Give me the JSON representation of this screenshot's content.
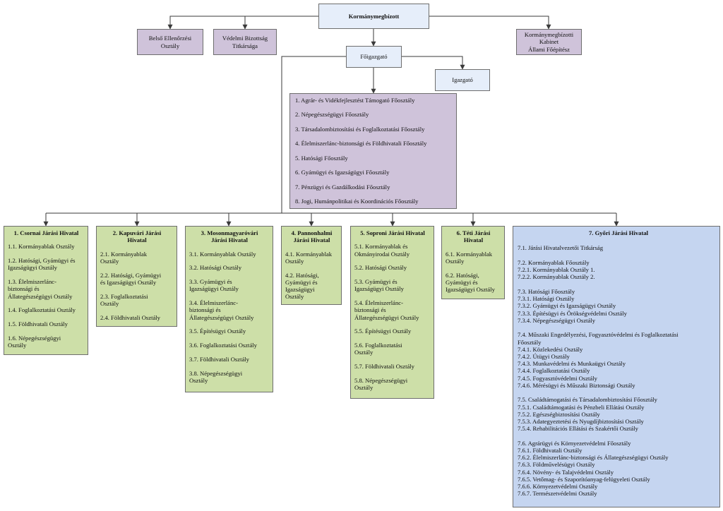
{
  "colors": {
    "connector": "#3a3a3a",
    "top_box": "#e6eefa",
    "staff_box": "#cfc3da",
    "district_office": "#cddfa8",
    "gyor_office": "#c5d5f0"
  },
  "top": {
    "kormanymegbizott": "Kormánymegbízott",
    "belso_ellenorzesi": [
      "Belső Ellenőrzési",
      "Osztály"
    ],
    "vedelmi_bizottsag": [
      "Védelmi Bizottság",
      "Titkársága"
    ],
    "kabinet": [
      "Kormánymegbízotti",
      "Kabinet",
      "Állami Főépítész"
    ],
    "foigazgato": "Főigazgató",
    "igazgato": "Igazgató"
  },
  "departments": [
    "1. Agrár- és Vidékfejlesztést Támogató Főosztály",
    "2. Népegészségügyi Főosztály",
    "3. Társadalombiztosítási és Foglalkoztatási Főosztály",
    "4. Élelmiszerlánc-biztonsági és Földhivatali Főosztály",
    "5. Hatósági Főosztály",
    "6. Gyámügyi és Igazságügyi Főosztály",
    "7. Pénzügyi és Gazdálkodási Főosztály",
    "8. Jogi, Humánpolitikai és Koordinációs Főosztály"
  ],
  "offices": [
    {
      "title": [
        "1. Csornai Járási Hivatal"
      ],
      "units": [
        [
          "1.1. Kormányablak Osztály"
        ],
        [
          "1.2. Hatósági, Gyámügyi és",
          "Igazságügyi Osztály"
        ],
        [
          "1.3. Élelmiszerlánc-",
          "biztonsági és",
          "Állategészségügyi Osztály"
        ],
        [
          "1.4. Foglalkoztatási Osztály"
        ],
        [
          "1.5. Földhivatali Osztály"
        ],
        [
          "1.6. Népegészségügyi",
          "Osztály"
        ]
      ]
    },
    {
      "title": [
        "2. Kapuvári Járási",
        "Hivatal"
      ],
      "units": [
        [
          "2.1. Kormányablak",
          "Osztály"
        ],
        [
          "2.2. Hatósági, Gyámügyi",
          "és Igazságügyi Osztály"
        ],
        [
          "2.3. Foglalkoztatási",
          "Osztály"
        ],
        [
          "2.4. Földhivatali Osztály"
        ]
      ]
    },
    {
      "title": [
        "3. Mosonmagyaróvári",
        "Járási Hivatal"
      ],
      "units": [
        [
          "3.1. Kormányablak Osztály"
        ],
        [
          "3.2. Hatósági Osztály"
        ],
        [
          "3.3. Gyámügyi és",
          "Igazságügyi Osztály"
        ],
        [
          "3.4. Élelmiszerlánc-",
          "biztonsági és",
          "Állategészségügyi Osztály"
        ],
        [
          "3.5. Építésügyi Osztály"
        ],
        [
          "3.6. Foglalkoztatási Osztály"
        ],
        [
          "3.7. Földhivatali Osztály"
        ],
        [
          "3.8. Népegészségügyi",
          "Osztály"
        ]
      ]
    },
    {
      "title": [
        "4. Pannonhalmi",
        "Járási Hivatal"
      ],
      "units": [
        [
          "4.1. Kormányablak",
          "Osztály"
        ],
        [
          "4.2. Hatósági,",
          "Gyámügyi és",
          "Igazságügyi",
          "Osztály"
        ]
      ]
    },
    {
      "title": [
        "5. Soproni Járási Hivatal"
      ],
      "units": [
        [
          "5.1. Kormányablak és",
          "Okmányirodai Osztály"
        ],
        [
          "5.2. Hatósági Osztály"
        ],
        [
          "5.3. Gyámügyi és",
          "Igazságügyi Osztály"
        ],
        [
          "5.4. Élelmiszerlánc-",
          "biztonsági és",
          "Állategészségügyi Osztály"
        ],
        [
          "5.5. Építésügyi Osztály"
        ],
        [
          "5.6. Foglalkoztatási",
          "Osztály"
        ],
        [
          "5.7. Földhivatali Osztály"
        ],
        [
          "5.8. Népegészségügyi",
          "Osztály"
        ]
      ]
    },
    {
      "title": [
        "6. Téti Járási",
        "Hivatal"
      ],
      "units": [
        [
          "6.1. Kormányablak",
          "Osztály"
        ],
        [
          "6.2. Hatósági,",
          "Gyámügyi és",
          "Igazságügyi Osztály"
        ]
      ]
    }
  ],
  "gyor": {
    "title": "7. Győri Járási Hivatal",
    "groups": [
      [
        "7.1. Járási Hivatalvezetői Titkárság"
      ],
      [
        "7.2. Kormányablak Főosztály",
        "7.2.1. Kormányablak Osztály 1.",
        "7.2.2. Kormányablak Osztály 2."
      ],
      [
        "7.3. Hatósági Főosztály",
        "7.3.1. Hatósági Osztály",
        "7.3.2. Gyámügyi és Igazságügyi Osztály",
        "7.3.3. Építésügyi és Örökségvédelmi Osztály",
        "7.3.4. Népegészségügyi Osztály"
      ],
      [
        "7.4. Műszaki Engedélyezési, Fogyasztóvédelmi és Foglalkoztatási",
        "Főosztály",
        "7.4.1. Közlekedési Osztály",
        "7.4.2. Útügyi Osztály",
        "7.4.3. Munkavédelmi és Munkaügyi Osztály",
        "7.4.4. Foglalkoztatási Osztály",
        "7.4.5. Fogyasztóvédelmi Osztály",
        "7.4.6. Mérésügyi és Műszaki Biztonsági Osztály"
      ],
      [
        "7.5. Családtámogatási és Társadalombiztosítási Főosztály",
        "7.5.1. Családtámogatási és Pénzbeli Ellátási Osztály",
        "7.5.2. Egészségbiztosítási Osztály",
        "7.5.3. Adategyeztetési és Nyugdíjbiztosítási Osztály",
        "7.5.4. Rehabilitációs Ellátási és Szakértői Osztály"
      ],
      [
        "7.6. Agrárügyi és Környezetvédelmi Főosztály",
        "7.6.1. Földhivatali Osztály",
        "7.6.2. Élelmiszerlánc-biztonsági és Állategészségügyi Osztály",
        "7.6.3. Földművelésügyi Osztály",
        "7.6.4. Növény- és Talajvédelmi Osztály",
        "7.6.5. Vetőmag- és Szaporítóanyag-felügyeleti Osztály",
        "7.6.6. Környezetvédelmi Osztály",
        "7.6.7. Természetvédelmi Osztály"
      ]
    ]
  }
}
